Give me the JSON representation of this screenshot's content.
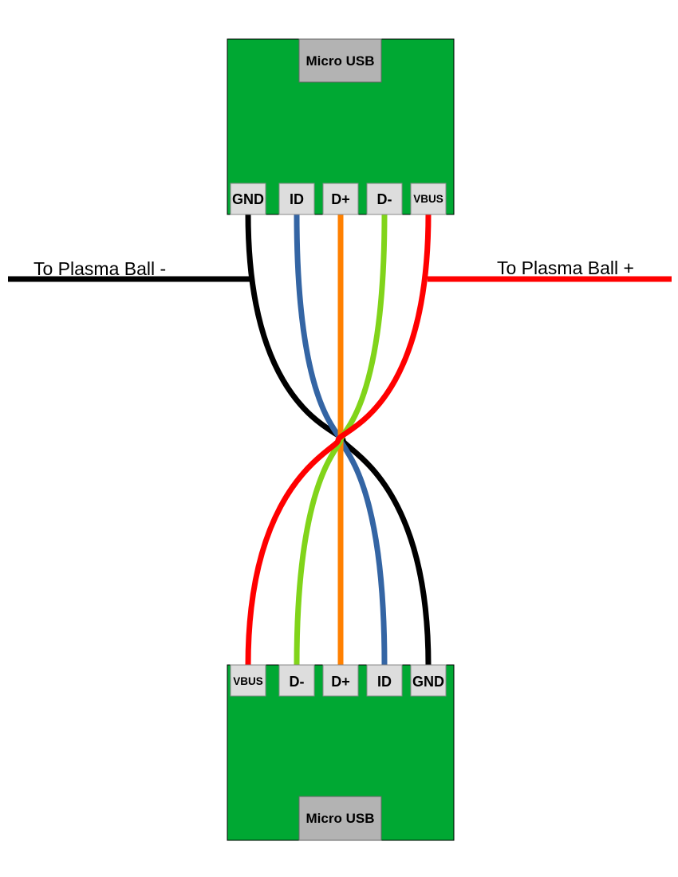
{
  "colors": {
    "board": "#00a833",
    "connector": "#b3b3b3",
    "pin": "#dddddd",
    "wire_black": "#000000",
    "wire_blue": "#3465a4",
    "wire_orange": "#ff8000",
    "wire_green": "#81d41a",
    "wire_red": "#ff0000"
  },
  "top_board": {
    "connector_label": "Micro USB",
    "pins": [
      "GND",
      "ID",
      "D+",
      "D-",
      "VBUS"
    ]
  },
  "bottom_board": {
    "connector_label": "Micro USB",
    "pins": [
      "VBUS",
      "D-",
      "D+",
      "ID",
      "GND"
    ]
  },
  "labels": {
    "left": "To Plasma Ball -",
    "right": "To Plasma Ball +"
  }
}
